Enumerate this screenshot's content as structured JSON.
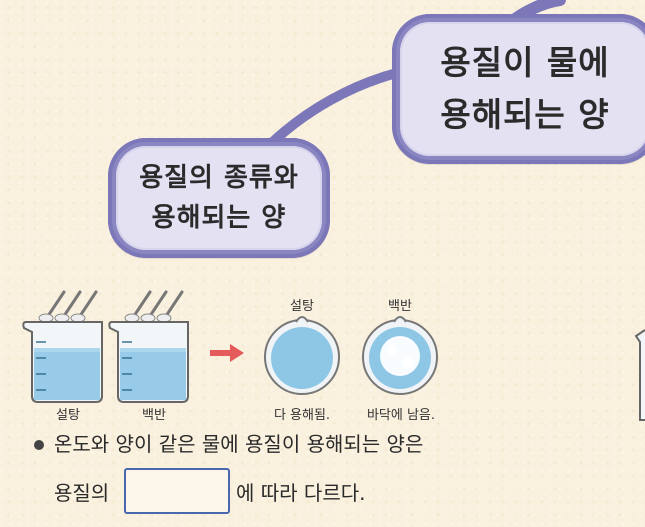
{
  "title_main": {
    "line1": "용질이 물에",
    "line2": "용해되는 양"
  },
  "title_sub": {
    "line1": "용질의 종류와",
    "line2": "용해되는 양"
  },
  "beakers": [
    {
      "label": "설탕"
    },
    {
      "label": "백반"
    }
  ],
  "dishes": [
    {
      "top_label": "설탕",
      "result_label": "다 용해됨."
    },
    {
      "top_label": "백반",
      "result_label": "바닥에 남음."
    }
  ],
  "statement": {
    "line1": "온도와 양이 같은 물에 용질이 용해되는 양은",
    "line2_before_blank": "용질의",
    "blank_value": "",
    "line2_after_blank": "에 따라 다르다."
  },
  "colors": {
    "bubble": "#8a86c2",
    "bubble_fill": "#e3e1f2",
    "water": "#8ec7e6",
    "arrow": "#e55a5a",
    "blank_border": "#4a68b0"
  }
}
